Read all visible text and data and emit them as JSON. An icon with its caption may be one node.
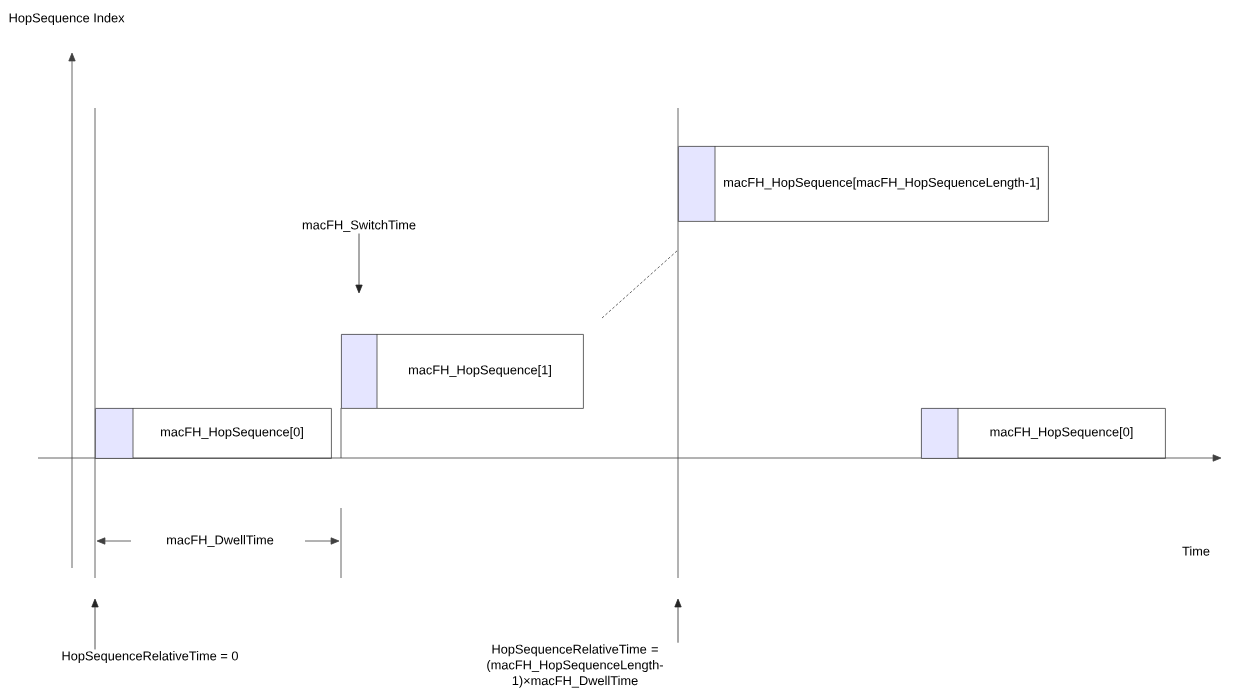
{
  "diagram": {
    "nodes": [
      {
        "text": [
          "macFH_HopSequence[0]"
        ]
      },
      {
        "text": [
          "macFH_HopSequence[1]"
        ]
      },
      {
        "text": [
          "macFH_HopSequence[macFH_HopSequenceLength-1]"
        ]
      },
      {
        "text": [
          "macFH_HopSequence[0]"
        ]
      },
      {
        "text": [
          "macFH_SwitchTime"
        ]
      },
      {
        "text": [
          "HopSequenceRelativeTime = 0"
        ]
      },
      {
        "text": [
          "HopSequenceRelativeTime = (macFH_HopSequenceLength-1)×macFH_DwellTime"
        ]
      }
    ],
    "edges": [
      {
        "from": 4,
        "to": 1,
        "arrow": "to"
      },
      {
        "from": 5,
        "to": null,
        "arrow": "to"
      },
      {
        "from": 6,
        "to": null,
        "arrow": "to"
      }
    ],
    "labels": [
      "HopSequence Index",
      "Time",
      "macFH_DwellTime"
    ]
  }
}
